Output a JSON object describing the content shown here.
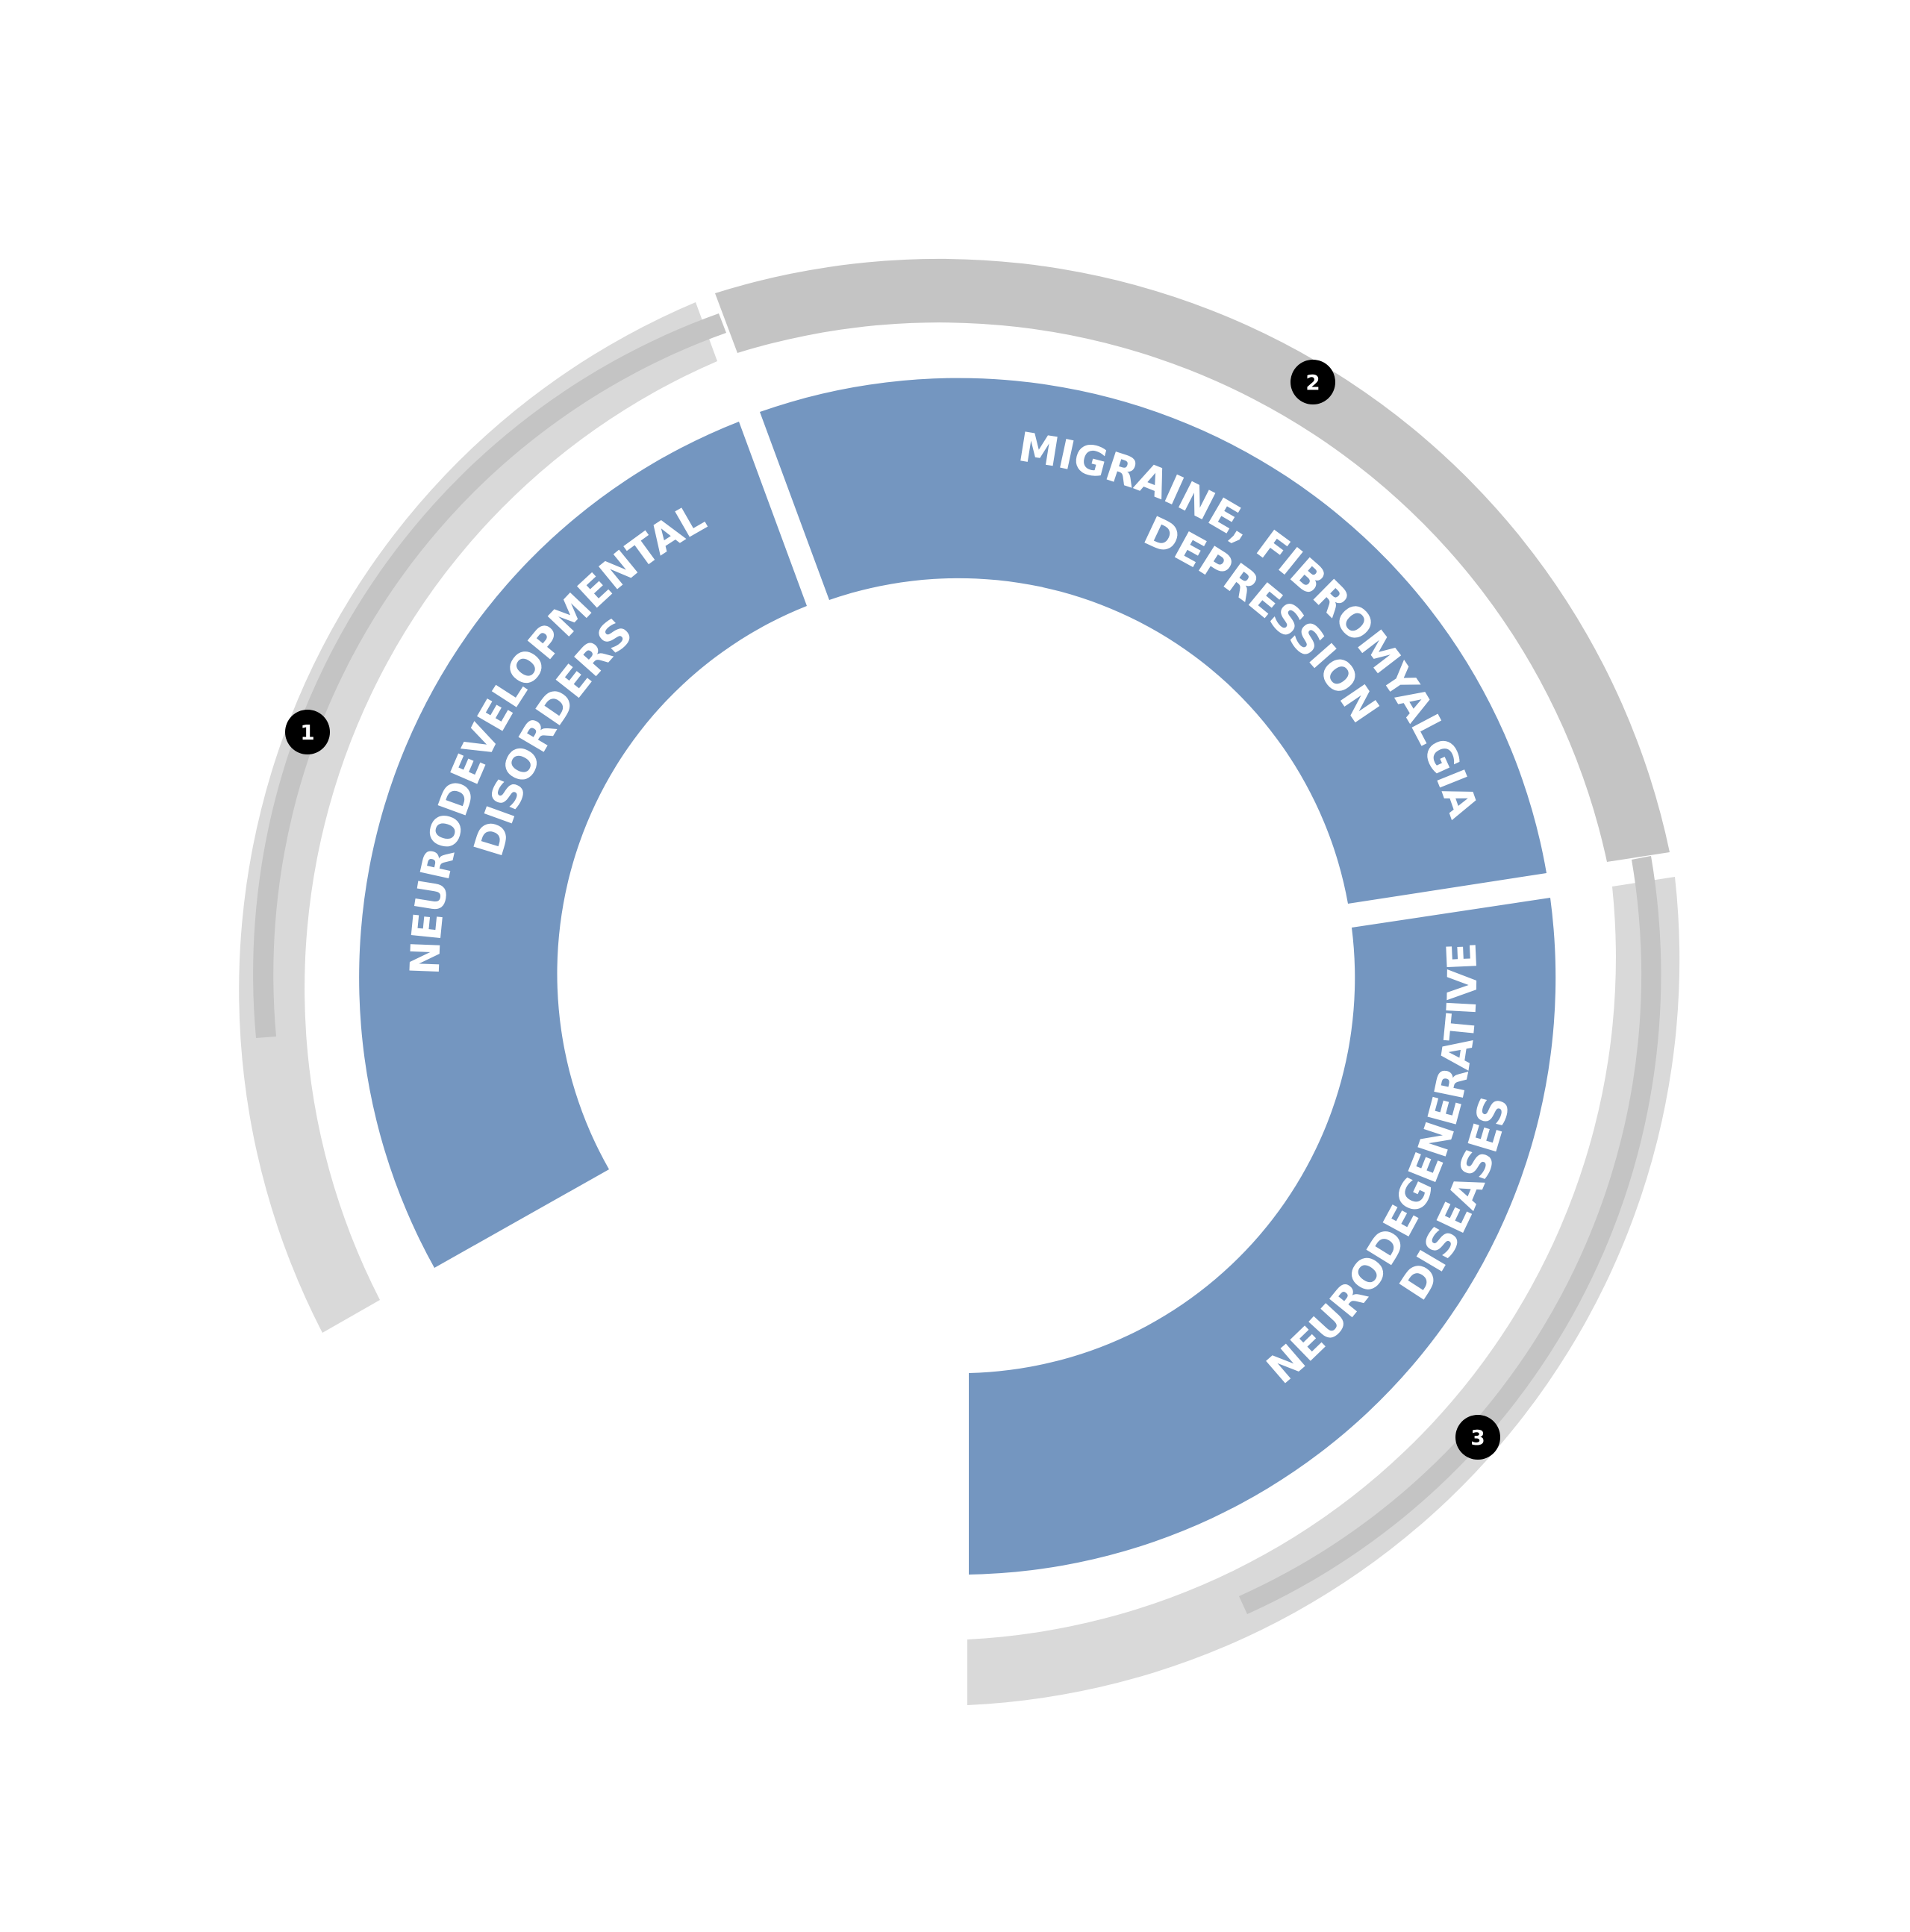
{
  "colors": {
    "segment": "#7496c0",
    "outer_band": "#c4c4c4",
    "outer_band_light": "#d9d9d9",
    "badge": "#000000",
    "label": "#ffffff"
  },
  "segments": [
    {
      "id": "neurodevelopmental",
      "lines": [
        "NEURODEVELOPMENTAL",
        "DISORDERS"
      ]
    },
    {
      "id": "migraine",
      "lines": [
        "MIGRAINE, FIBROMYALGIA,",
        "DEPRESSION"
      ]
    },
    {
      "id": "neurodegenerative",
      "lines": [
        "NEURODEGENERATIVE",
        "DISEASES"
      ]
    }
  ],
  "badges": [
    "1",
    "2",
    "3"
  ]
}
